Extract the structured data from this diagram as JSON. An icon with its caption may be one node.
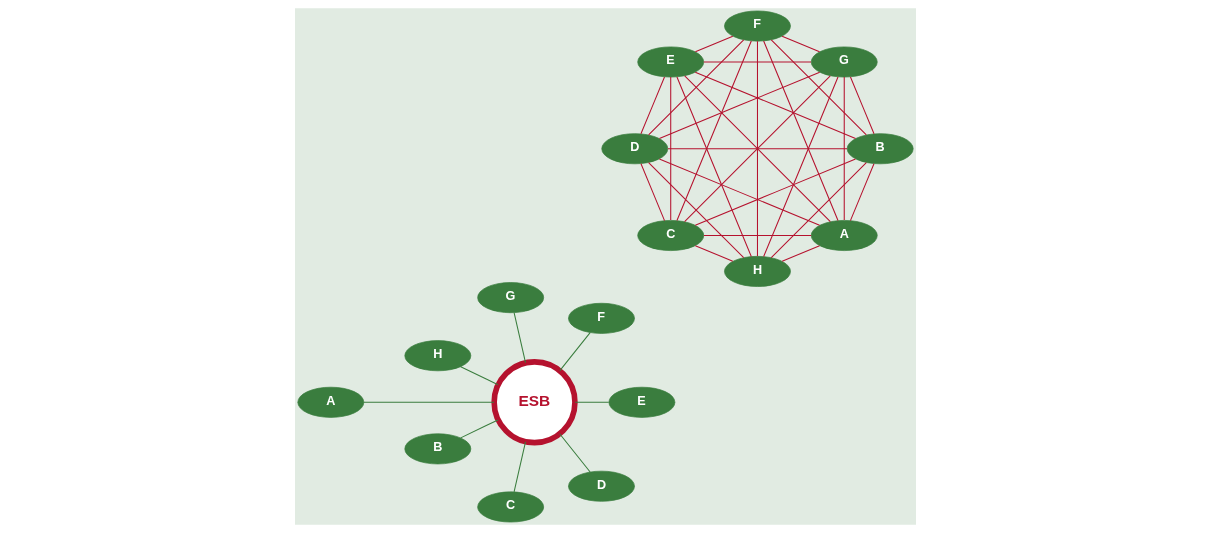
{
  "diagram": {
    "nodes": [
      {
        "text": [
          "A"
        ]
      },
      {
        "text": [
          "B"
        ]
      },
      {
        "text": [
          "C"
        ]
      },
      {
        "text": [
          "D"
        ]
      },
      {
        "text": [
          "E"
        ]
      },
      {
        "text": [
          "F"
        ]
      },
      {
        "text": [
          "G"
        ]
      },
      {
        "text": [
          "H"
        ]
      },
      {
        "text": [
          "A"
        ]
      },
      {
        "text": [
          "B"
        ]
      },
      {
        "text": [
          "C"
        ]
      },
      {
        "text": [
          "D"
        ]
      },
      {
        "text": [
          "E"
        ]
      },
      {
        "text": [
          "F"
        ]
      },
      {
        "text": [
          "G"
        ]
      },
      {
        "text": [
          "H"
        ]
      },
      {
        "text": [
          "ESB"
        ]
      }
    ],
    "edges": [
      {
        "from": 0,
        "to": 1,
        "arrow": "none"
      },
      {
        "from": 0,
        "to": 2,
        "arrow": "none"
      },
      {
        "from": 0,
        "to": 3,
        "arrow": "none"
      },
      {
        "from": 0,
        "to": 4,
        "arrow": "none"
      },
      {
        "from": 0,
        "to": 5,
        "arrow": "none"
      },
      {
        "from": 0,
        "to": 6,
        "arrow": "none"
      },
      {
        "from": 0,
        "to": 7,
        "arrow": "none"
      },
      {
        "from": 1,
        "to": 2,
        "arrow": "none"
      },
      {
        "from": 1,
        "to": 3,
        "arrow": "none"
      },
      {
        "from": 1,
        "to": 4,
        "arrow": "none"
      },
      {
        "from": 1,
        "to": 5,
        "arrow": "none"
      },
      {
        "from": 1,
        "to": 6,
        "arrow": "none"
      },
      {
        "from": 1,
        "to": 7,
        "arrow": "none"
      },
      {
        "from": 2,
        "to": 3,
        "arrow": "none"
      },
      {
        "from": 2,
        "to": 4,
        "arrow": "none"
      },
      {
        "from": 2,
        "to": 5,
        "arrow": "none"
      },
      {
        "from": 2,
        "to": 6,
        "arrow": "none"
      },
      {
        "from": 2,
        "to": 7,
        "arrow": "none"
      },
      {
        "from": 3,
        "to": 4,
        "arrow": "none"
      },
      {
        "from": 3,
        "to": 5,
        "arrow": "none"
      },
      {
        "from": 3,
        "to": 6,
        "arrow": "none"
      },
      {
        "from": 3,
        "to": 7,
        "arrow": "none"
      },
      {
        "from": 4,
        "to": 5,
        "arrow": "none"
      },
      {
        "from": 4,
        "to": 6,
        "arrow": "none"
      },
      {
        "from": 4,
        "to": 7,
        "arrow": "none"
      },
      {
        "from": 5,
        "to": 6,
        "arrow": "none"
      },
      {
        "from": 5,
        "to": 7,
        "arrow": "none"
      },
      {
        "from": 6,
        "to": 7,
        "arrow": "none"
      },
      {
        "from": 16,
        "to": 8,
        "arrow": "none",
        "color": "#3a7d3e"
      },
      {
        "from": 16,
        "to": 9,
        "arrow": "none",
        "color": "#3a7d3e"
      },
      {
        "from": 16,
        "to": 10,
        "arrow": "none",
        "color": "#3a7d3e"
      },
      {
        "from": 16,
        "to": 11,
        "arrow": "none",
        "color": "#3a7d3e"
      },
      {
        "from": 16,
        "to": 12,
        "arrow": "none",
        "color": "#3a7d3e"
      },
      {
        "from": 16,
        "to": 13,
        "arrow": "none",
        "color": "#3a7d3e"
      },
      {
        "from": 16,
        "to": 14,
        "arrow": "none",
        "color": "#3a7d3e"
      },
      {
        "from": 16,
        "to": 15,
        "arrow": "none",
        "color": "#3a7d3e"
      }
    ]
  }
}
